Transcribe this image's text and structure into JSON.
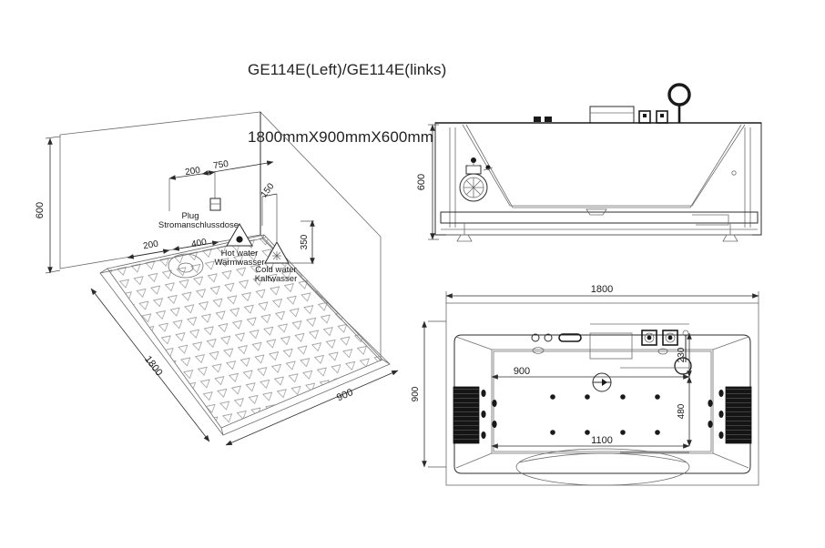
{
  "title": {
    "model_line": "GE114E(Left)/GE114E(links)",
    "size_line": "1800mmX900mmX600mm"
  },
  "views": {
    "isometric": {
      "name": "isometric-view",
      "dimensions": {
        "height_left": "600",
        "plug_offset": "200",
        "plug_span": "750",
        "hot_water_offset": "150",
        "floor_left": "200",
        "floor_mid": "400",
        "cold_water_height": "350",
        "floor_length": "1800",
        "floor_width": "900"
      },
      "labels": {
        "plug_en": "Plug",
        "plug_de": "Stromanschlussdose",
        "hot_en": "Hot water",
        "hot_de": "Warmwasser",
        "cold_en": "Cold water",
        "cold_de": "Kaltwasser"
      }
    },
    "front_elevation": {
      "name": "front-elevation-view",
      "dimensions": {
        "height": "600"
      }
    },
    "plan": {
      "name": "plan-view",
      "dimensions": {
        "overall_length": "1800",
        "overall_width": "900",
        "inner_width": "900",
        "jet_span": "1100",
        "jet_depth": "480",
        "faucet_offset": "230"
      }
    }
  },
  "colors": {
    "line": "#2b2b2b",
    "light_line": "#6d6d6d",
    "hatch": "#8c8c8c",
    "fill_dark": "#151515",
    "background": "#ffffff"
  }
}
